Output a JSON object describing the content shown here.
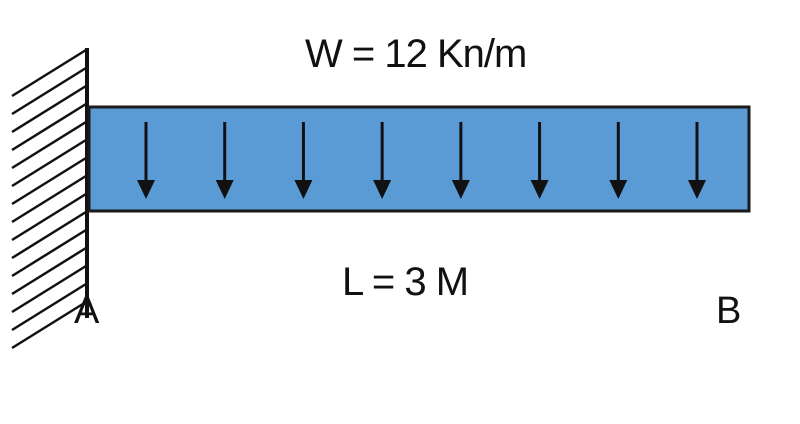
{
  "diagram": {
    "load_label": "W = 12 Kn/m",
    "length_label": "L = 3 M",
    "point_a": "A",
    "point_b": "B",
    "arrow_count": 8,
    "colors": {
      "beam_fill": "#5b9bd5",
      "beam_stroke": "#1a1a1a",
      "arrow": "#111111",
      "hatch": "#111111",
      "background": "#ffffff"
    }
  }
}
